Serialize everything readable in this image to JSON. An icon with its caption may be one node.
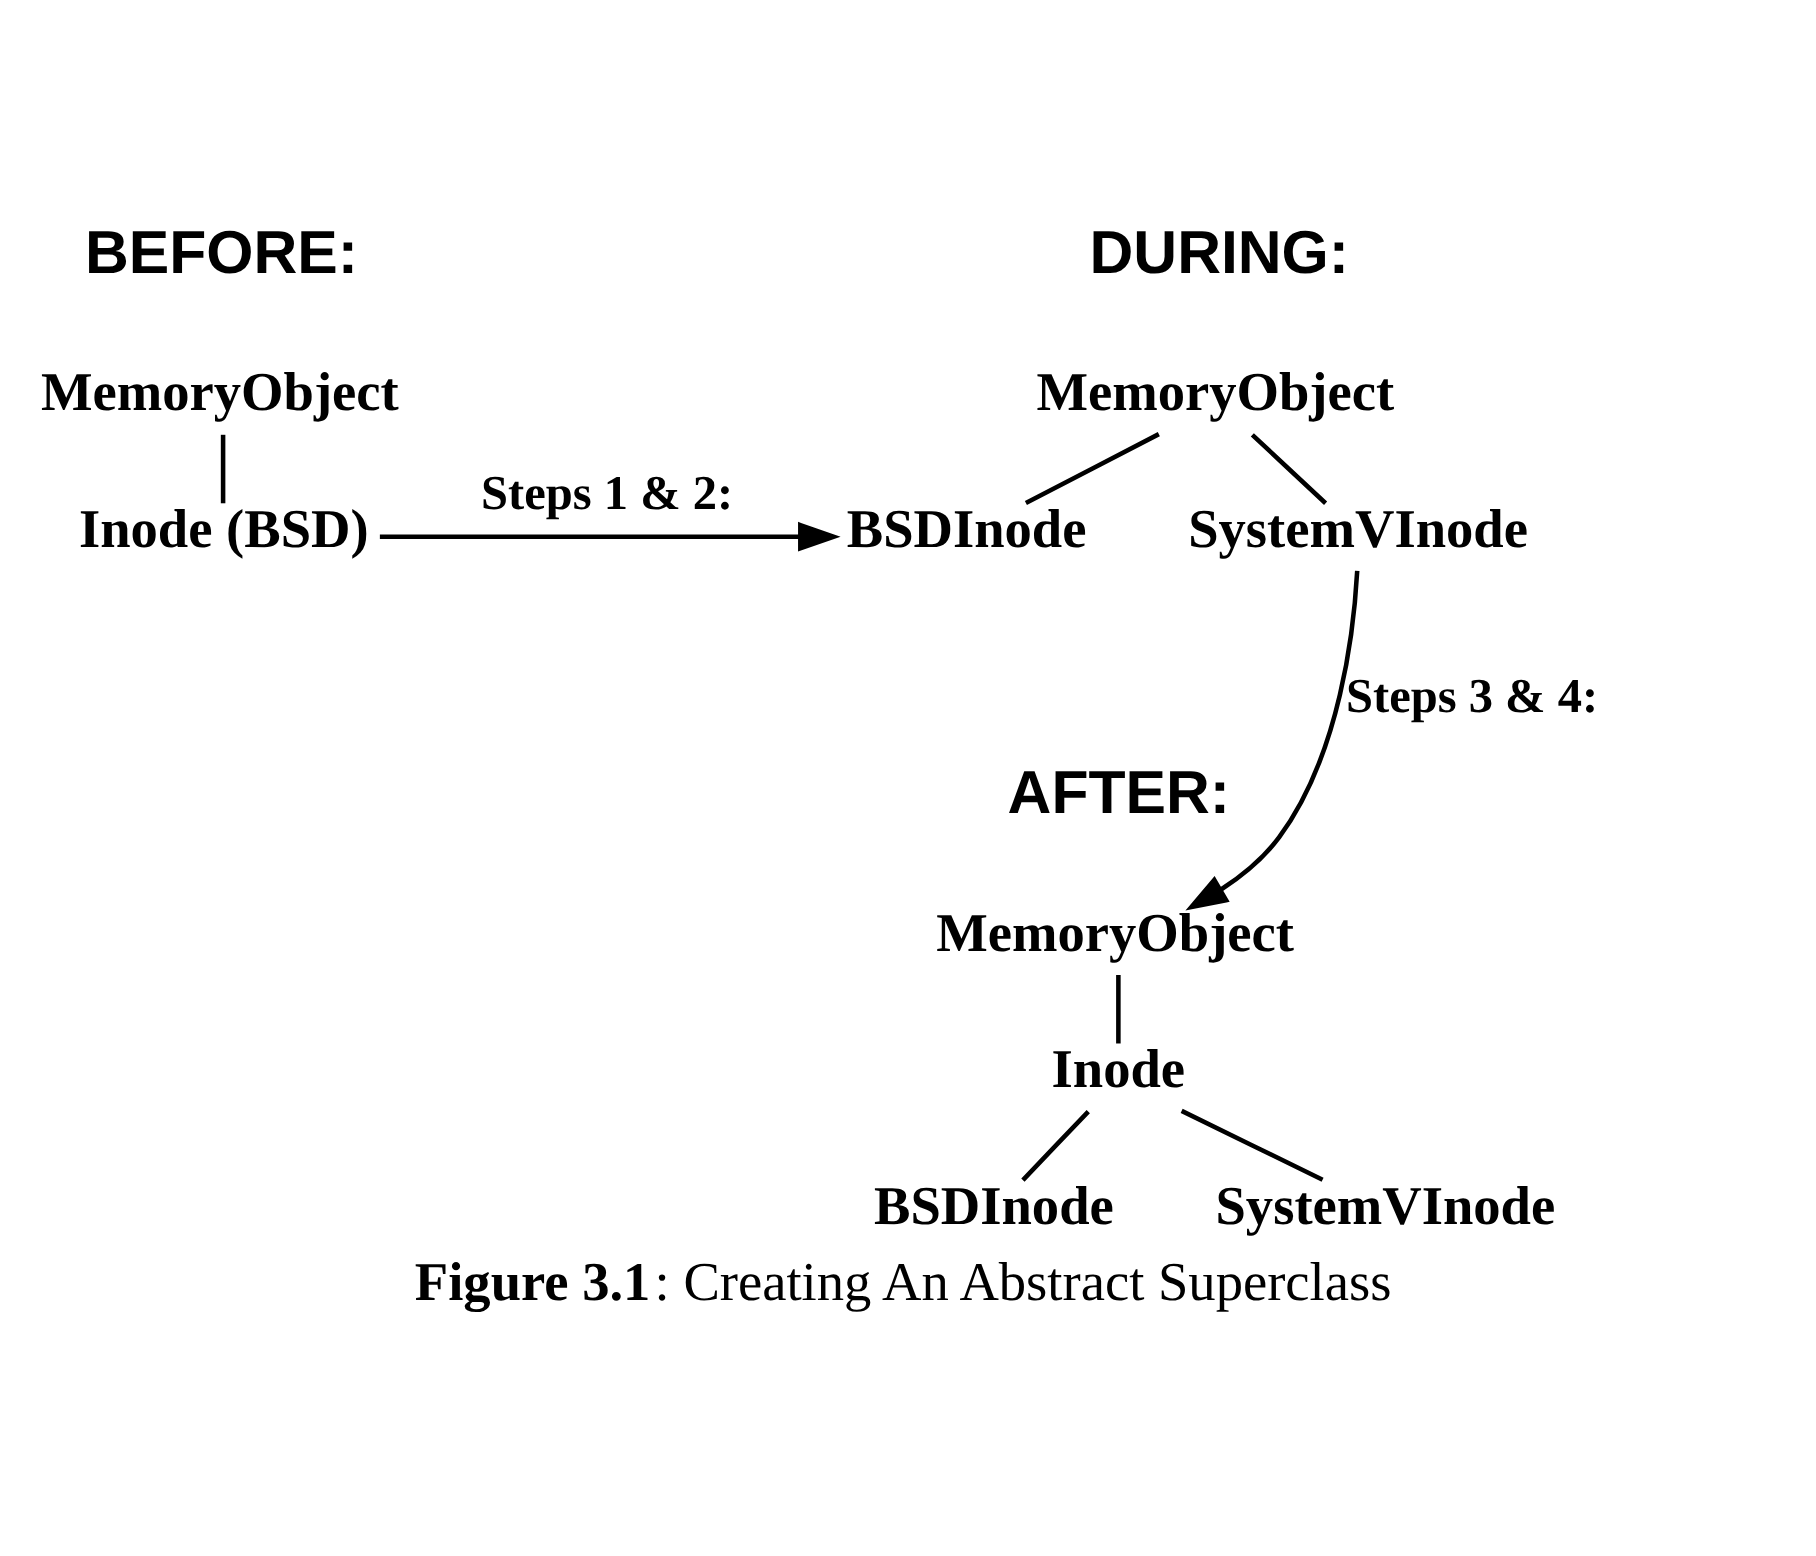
{
  "diagram": {
    "caption": "**Figure 3.1**: Creating An Abstract Superclass",
    "nodes": [
      {
        "text": [
          "BEFORE:"
        ]
      },
      {
        "text": [
          "MemoryObject"
        ]
      },
      {
        "text": [
          "Inode (BSD)"
        ]
      },
      {
        "text": [
          "DURING:"
        ]
      },
      {
        "text": [
          "MemoryObject"
        ]
      },
      {
        "text": [
          "BSDInode"
        ]
      },
      {
        "text": [
          "SystemVInode"
        ]
      },
      {
        "text": [
          "AFTER:"
        ]
      },
      {
        "text": [
          "MemoryObject"
        ]
      },
      {
        "text": [
          "Inode"
        ]
      },
      {
        "text": [
          "BSDInode"
        ]
      },
      {
        "text": [
          "SystemVInode"
        ]
      }
    ],
    "edges": [
      {
        "from": 1,
        "to": 2,
        "arrow": "none"
      },
      {
        "from": 2,
        "to": 5,
        "arrow": "to",
        "label": "Steps 1 & 2:"
      },
      {
        "from": 4,
        "to": 5,
        "arrow": "none"
      },
      {
        "from": 4,
        "to": 6,
        "arrow": "none"
      },
      {
        "from": 6,
        "to": 8,
        "arrow": "to",
        "label": "Steps 3 & 4:"
      },
      {
        "from": 8,
        "to": 9,
        "arrow": "none"
      },
      {
        "from": 9,
        "to": 10,
        "arrow": "none"
      },
      {
        "from": 9,
        "to": 11,
        "arrow": "none"
      }
    ]
  }
}
